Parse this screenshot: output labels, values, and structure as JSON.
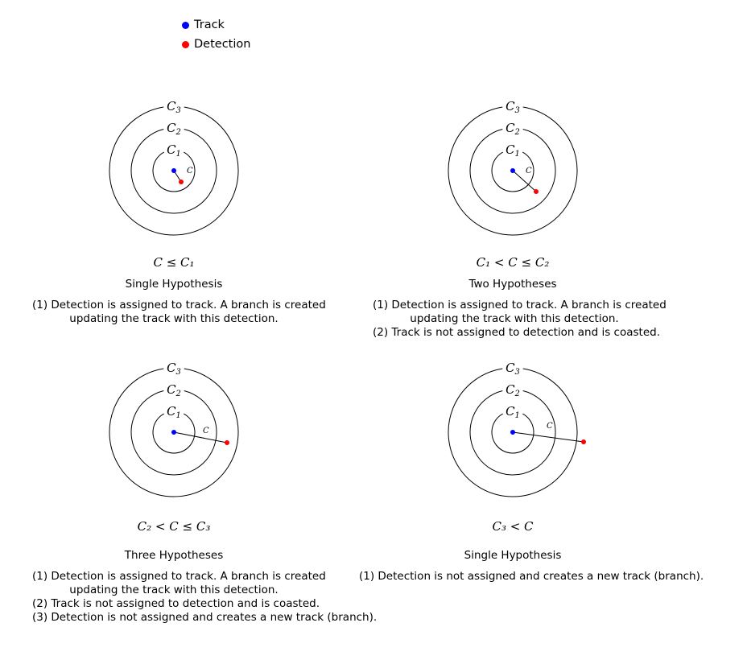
{
  "legend": [
    {
      "label": "Track",
      "color": "#0000ff"
    },
    {
      "label": "Detection",
      "color": "#ff0000"
    }
  ],
  "ring_labels": [
    "C1",
    "C2",
    "C3"
  ],
  "distance_label": "C",
  "panels": [
    {
      "condition": "C ≤ C₁",
      "title": "Single Hypothesis",
      "lines": [
        "(1) Detection is assigned to track. A branch is created",
        "updating the track with this detection."
      ]
    },
    {
      "condition": "C₁ < C ≤ C₂",
      "title": "Two Hypotheses",
      "lines": [
        "(1) Detection is assigned to track. A branch is created",
        "updating the track with this detection.",
        "(2) Track is not assigned to detection and is coasted."
      ]
    },
    {
      "condition": "C₂ < C ≤ C₃",
      "title": "Three Hypotheses",
      "lines": [
        "(1) Detection is assigned to track. A branch is created",
        "updating the track with this detection.",
        "(2) Track is not assigned to detection and is coasted.",
        "(3) Detection is not assigned and creates a new track (branch)."
      ]
    },
    {
      "condition": "C₃ < C",
      "title": "Single Hypothesis",
      "lines": [
        "(1) Detection is not assigned and creates a new track (branch)."
      ]
    }
  ]
}
